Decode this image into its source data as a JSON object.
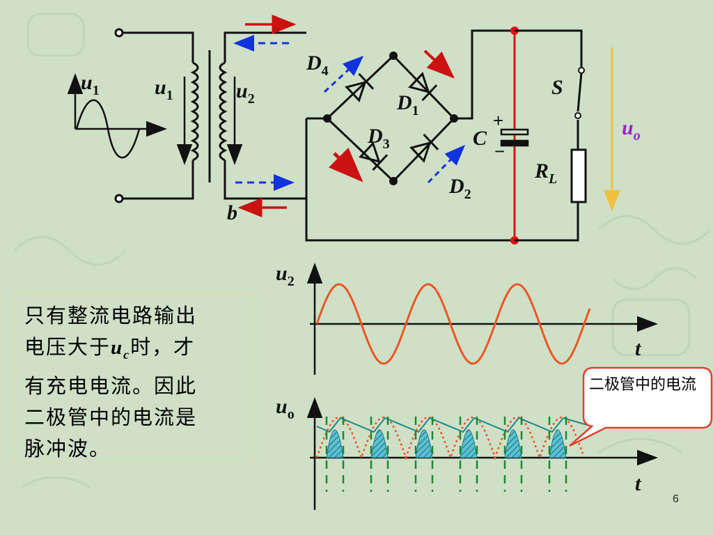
{
  "circuit": {
    "u1_left": "u",
    "u1_left_sub": "1",
    "u1": "u",
    "u1_sub": "1",
    "u2": "u",
    "u2_sub": "2",
    "b": "b",
    "d4": "D",
    "d4_sub": "4",
    "d1": "D",
    "d1_sub": "1",
    "d3": "D",
    "d3_sub": "3",
    "d2": "D",
    "d2_sub": "2",
    "c": "C",
    "plus": "+",
    "minus": "−",
    "s": "S",
    "rl": "R",
    "rl_sub": "L",
    "uo": "u",
    "uo_sub": "o"
  },
  "graph_top": {
    "ylabel": "u",
    "ylabel_sub": "2",
    "xlabel": "t"
  },
  "graph_bottom": {
    "ylabel": "u",
    "ylabel_sub": "o",
    "xlabel": "t"
  },
  "note": {
    "line1": "只有整流电路输出",
    "line2_a": "电压大于",
    "line2_var": "u",
    "line2_sub": "c",
    "line2_b": "时，才",
    "line3": "有充电电流。因此",
    "line4": "二极管中的电流是",
    "line5": "脉冲波。"
  },
  "callout": {
    "text": "二极管中的电流"
  },
  "page_number": "6",
  "colors": {
    "background": "#cfe0c7",
    "red_arrow": "#cc1111",
    "blue_arrow": "#1133dd",
    "sine": "#ee5522",
    "output_ripple": "#1a8a8a",
    "diode_pulse": "#5cc0d0",
    "uo_arrow": "#f0c040",
    "callout_border": "#e04030"
  }
}
